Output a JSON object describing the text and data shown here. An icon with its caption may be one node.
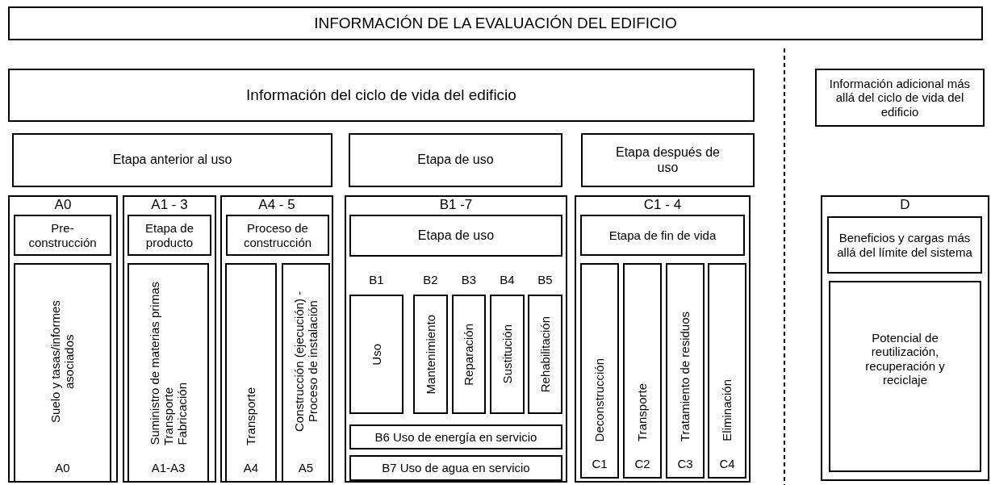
{
  "diagram": {
    "nodes": [
      {
        "text": [
          "INFORMACIÓN DE LA EVALUACIÓN DEL EDIFICIO"
        ]
      },
      {
        "text": [
          "Información del ciclo de vida del edificio"
        ]
      },
      {
        "text": [
          "Información adicional más allá del ciclo de vida del edificio"
        ]
      },
      {
        "text": [
          "Etapa anterior al uso"
        ]
      },
      {
        "text": [
          "Etapa de uso"
        ]
      },
      {
        "text": [
          "Etapa después de uso"
        ]
      },
      {
        "text": [
          "A0"
        ]
      },
      {
        "text": [
          "Pre-construcción"
        ],
        "in": 6
      },
      {
        "text": [
          "Suelo y tasas/informes asociados",
          "A0"
        ],
        "in": 6
      },
      {
        "text": [
          "A1 - 3"
        ]
      },
      {
        "text": [
          "Etapa de producto"
        ],
        "in": 9
      },
      {
        "text": [
          "Suministro de materias primas",
          "Transporte",
          "Fabricación",
          "A1-A3"
        ],
        "in": 9
      },
      {
        "text": [
          "A4 - 5"
        ]
      },
      {
        "text": [
          "Proceso de construcción"
        ],
        "in": 12
      },
      {
        "text": [
          "Transporte",
          "A4"
        ],
        "in": 12
      },
      {
        "text": [
          "Construcción (ejecución) - Proceso de instalación",
          "A5"
        ],
        "in": 12
      },
      {
        "text": [
          "B1 -7"
        ]
      },
      {
        "text": [
          "Etapa de uso"
        ],
        "in": 16
      },
      {
        "text": [
          "B1",
          "Uso"
        ],
        "in": 16
      },
      {
        "text": [
          "B2",
          "Mantenimiento"
        ],
        "in": 16
      },
      {
        "text": [
          "B3",
          "Reparación"
        ],
        "in": 16
      },
      {
        "text": [
          "B4",
          "Sustitución"
        ],
        "in": 16
      },
      {
        "text": [
          "B5",
          "Rehabilitación"
        ],
        "in": 16
      },
      {
        "text": [
          "B6 Uso de energía en servicio"
        ],
        "in": 16
      },
      {
        "text": [
          "B7 Uso de agua en servicio"
        ],
        "in": 16
      },
      {
        "text": [
          "C1 - 4"
        ]
      },
      {
        "text": [
          "Etapa de fin de vida"
        ],
        "in": 25
      },
      {
        "text": [
          "Deconstrucción",
          "C1"
        ],
        "in": 25
      },
      {
        "text": [
          "Transporte",
          "C2"
        ],
        "in": 25
      },
      {
        "text": [
          "Tratamiento de residuos",
          "C3"
        ],
        "in": 25
      },
      {
        "text": [
          "Eliminación",
          "C4"
        ],
        "in": 25
      },
      {
        "text": [
          "D"
        ]
      },
      {
        "text": [
          "Beneficios y cargas más allá del límite del sistema"
        ],
        "in": 31
      },
      {
        "text": [
          "Potencial de reutilización, recuperación y reciclaje"
        ],
        "in": 31
      }
    ]
  }
}
